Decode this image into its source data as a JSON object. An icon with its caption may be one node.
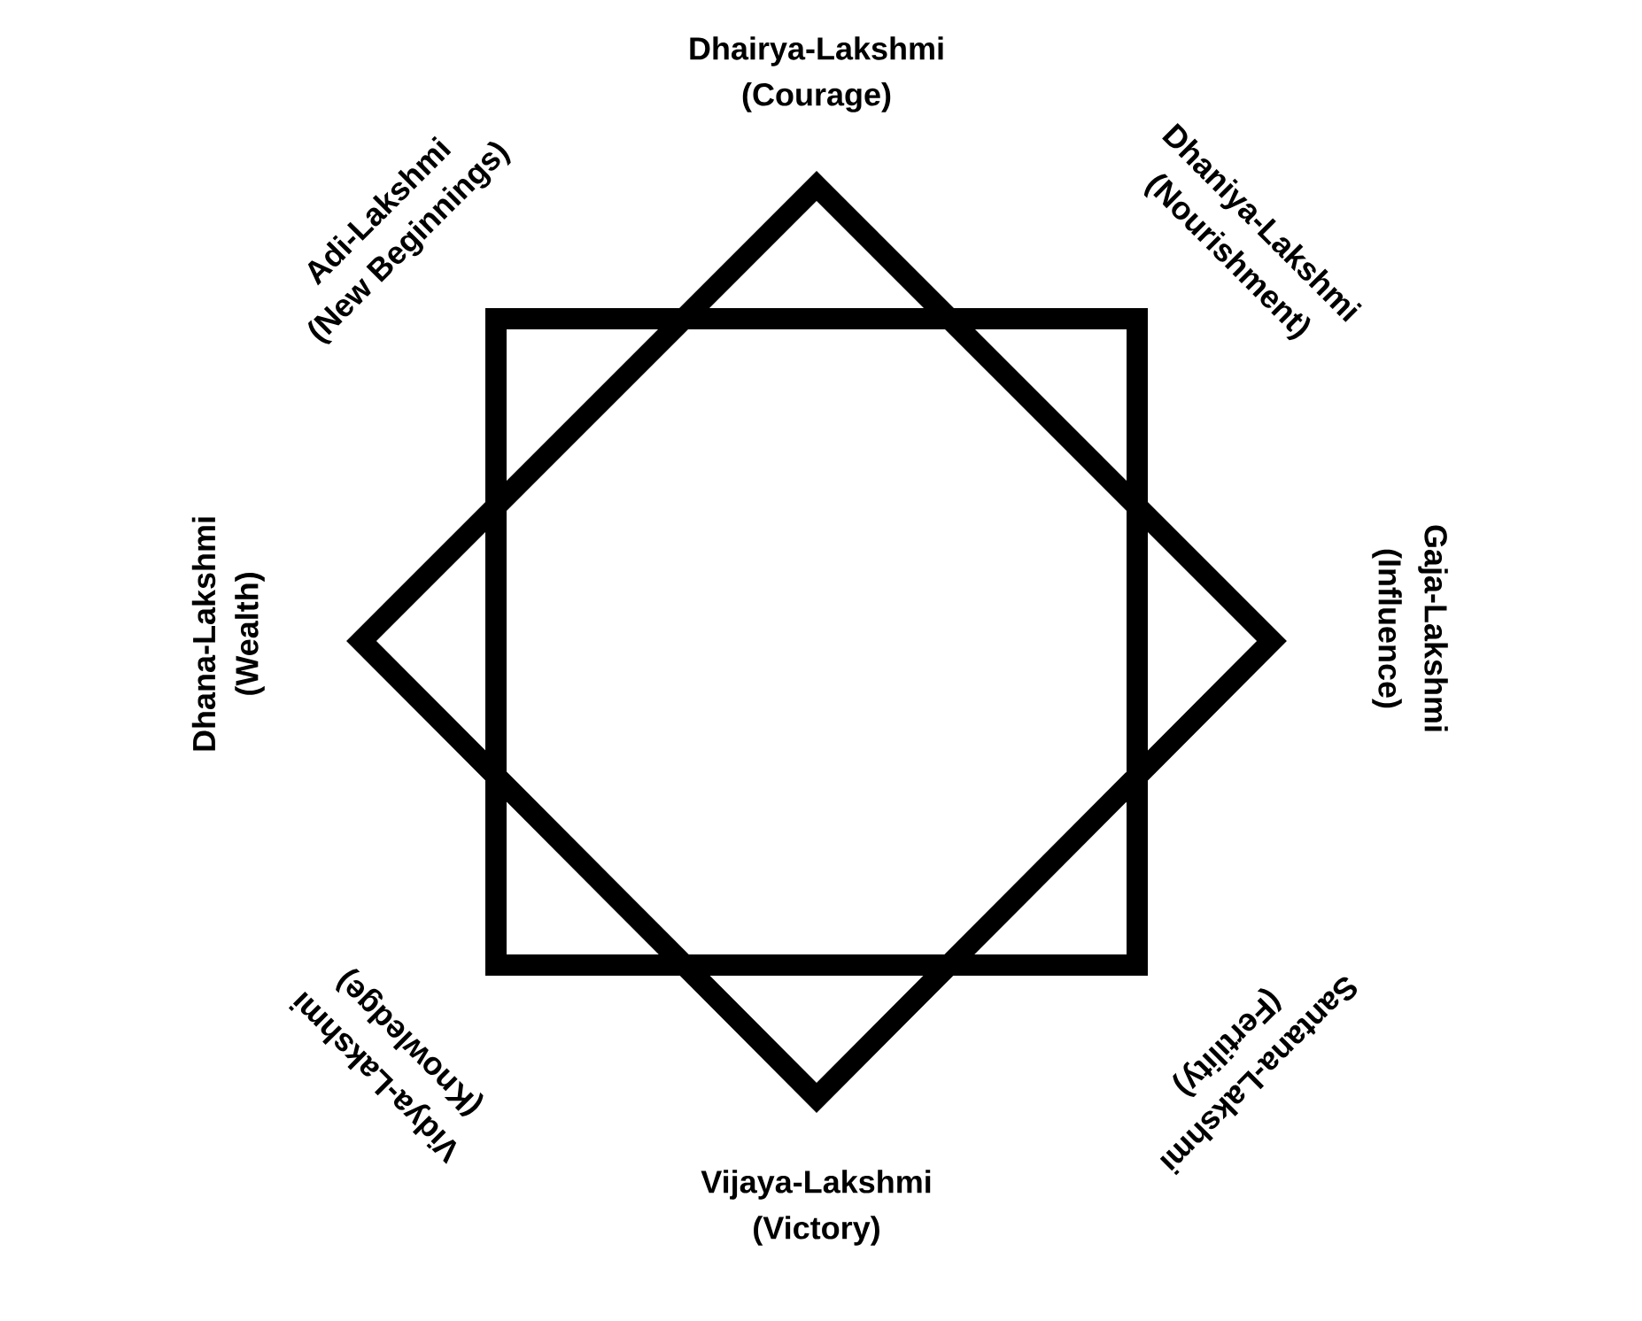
{
  "diagram": {
    "labels": [
      "Dhairya-Lakshmi",
      "(Courage)",
      "Dhaniya-Lakshmi",
      "(Nourishment)",
      "Gaja-Lakshmi",
      "(Influence)",
      "Santana-Lakshmi",
      "(Fertility)",
      "Vijaya-Lakshmi",
      "(Victory)",
      "Vidya-Lakshmi",
      "(Knowledge)",
      "Dhana-Lakshmi",
      "(Wealth)",
      "Adi-Lakshmi",
      "(New Beginnings)"
    ]
  }
}
